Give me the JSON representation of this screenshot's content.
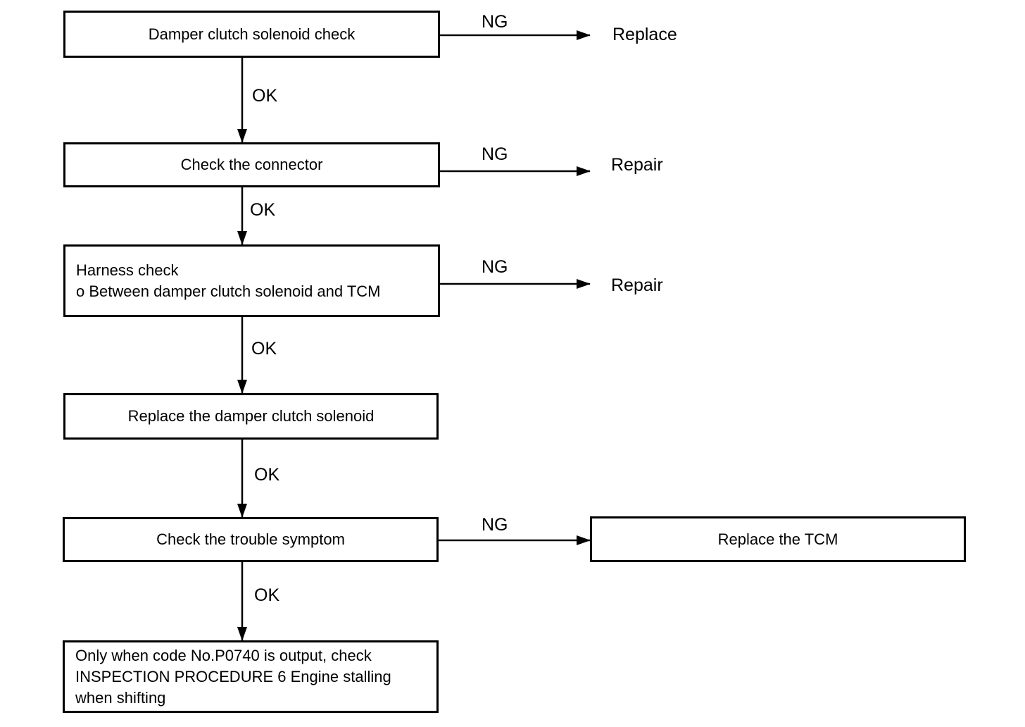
{
  "steps": {
    "s1": "Damper clutch solenoid check",
    "s2": "Check the connector",
    "s3_title": "Harness check",
    "s3_item": "o  Between damper clutch solenoid and TCM",
    "s4": "Replace the damper clutch solenoid",
    "s5": "Check the trouble symptom",
    "s6_line1": "Only when code No.P0740 is output, check",
    "s6_line2": "INSPECTION PROCEDURE 6 Engine stalling",
    "s6_line3": "when shifting"
  },
  "outcomes": {
    "r1": "Replace",
    "r2": "Repair",
    "r3": "Repair",
    "r5": "Replace the TCM"
  },
  "labels": {
    "ok": "OK",
    "ng": "NG"
  }
}
